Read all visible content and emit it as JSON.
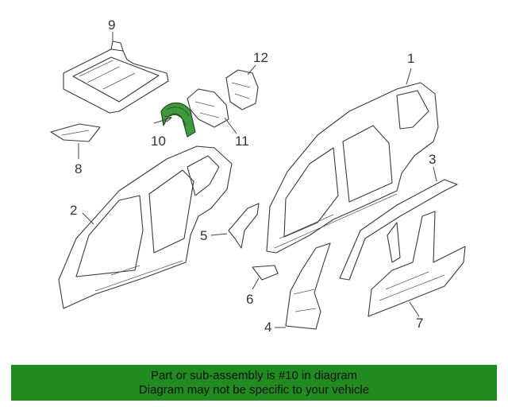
{
  "diagram": {
    "callouts": [
      {
        "id": "1",
        "label": "1"
      },
      {
        "id": "2",
        "label": "2"
      },
      {
        "id": "3",
        "label": "3"
      },
      {
        "id": "4",
        "label": "4"
      },
      {
        "id": "5",
        "label": "5"
      },
      {
        "id": "6",
        "label": "6"
      },
      {
        "id": "7",
        "label": "7"
      },
      {
        "id": "8",
        "label": "8"
      },
      {
        "id": "9",
        "label": "9"
      },
      {
        "id": "10",
        "label": "10"
      },
      {
        "id": "11",
        "label": "11"
      },
      {
        "id": "12",
        "label": "12"
      }
    ],
    "highlighted_part": "10",
    "highlight_color": "#3f9a3f"
  },
  "banner": {
    "line1": "Part or sub-assembly is #10 in diagram",
    "line2": "Diagram may not be specific to your vehicle",
    "background": "#218b21"
  }
}
